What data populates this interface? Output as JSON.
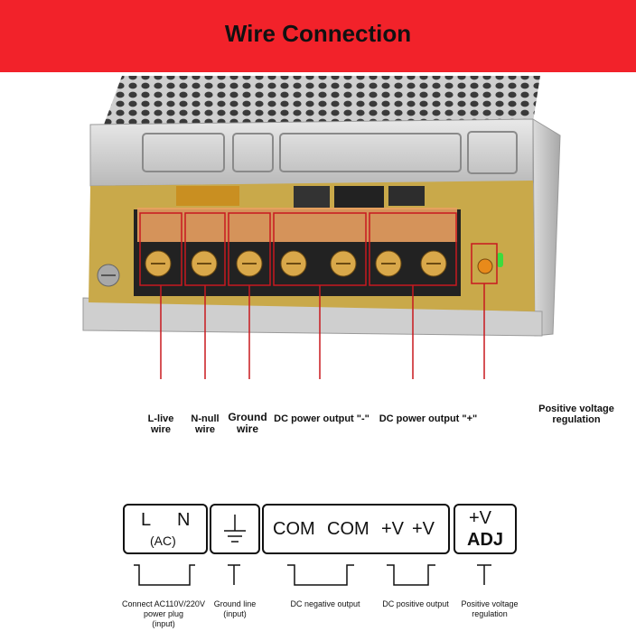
{
  "banner": {
    "title": "Wire Connection",
    "color": "#f2222a"
  },
  "photo_callouts": {
    "l_live": "L-live wire",
    "n_null": "N-null wire",
    "ground": "Ground wire",
    "dc_neg": "DC power output \"-\"",
    "dc_pos": "DC power output \"+\"",
    "pos_reg": "Positive voltage regulation"
  },
  "photo_callouts_split": {
    "l_live": [
      "L-live",
      "wire"
    ],
    "n_null": [
      "N-null",
      "wire"
    ],
    "ground": [
      "Ground",
      "wire"
    ],
    "pos_reg": [
      "Positive voltage",
      "regulation"
    ]
  },
  "terminal_labels": {
    "l": "L",
    "n": "N",
    "ac": "(AC)",
    "com1": "COM",
    "com2": "COM",
    "v1": "+V",
    "v2": "+V",
    "adj_top": "+V",
    "adj_bottom": "ADJ"
  },
  "captions": {
    "ac_input": [
      "Connect AC110V/220V",
      "power plug",
      "(input)"
    ],
    "ground_input": [
      "Ground line",
      "(input)"
    ],
    "dc_neg": "DC negative output",
    "dc_pos": "DC positive output",
    "pos_reg": [
      "Positive voltage",
      "regulation"
    ]
  }
}
